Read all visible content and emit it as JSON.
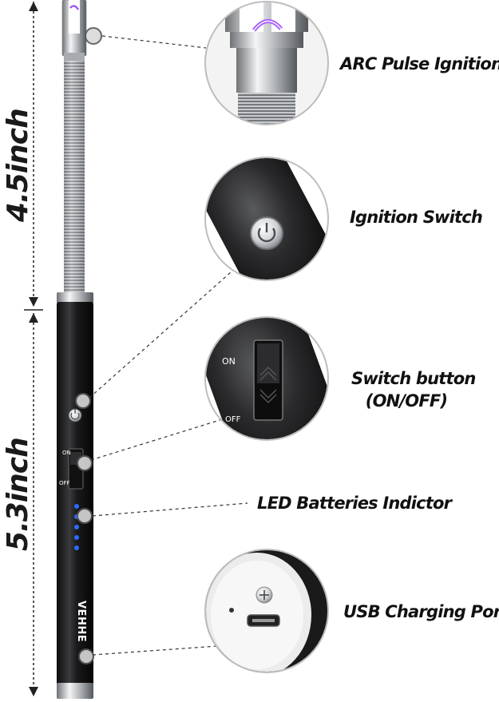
{
  "dimensions": {
    "top": "4.5inch",
    "bottom": "5.3inch"
  },
  "callouts": {
    "arc": "ARC Pulse Ignition",
    "ignition": "Ignition Switch",
    "switch_line1": "Switch button",
    "switch_line2": "(ON/OFF)",
    "led": "LED Batteries Indictor",
    "usb": "USB Charging Port"
  },
  "device": {
    "brand": "VEHHE",
    "switch_on": "ON",
    "switch_off": "OFF",
    "led_count": 5
  },
  "colors": {
    "body": "#1b1b1d",
    "metal": "#c9cbcf",
    "led": "#2b6cff",
    "arc": "#9b4dff"
  }
}
